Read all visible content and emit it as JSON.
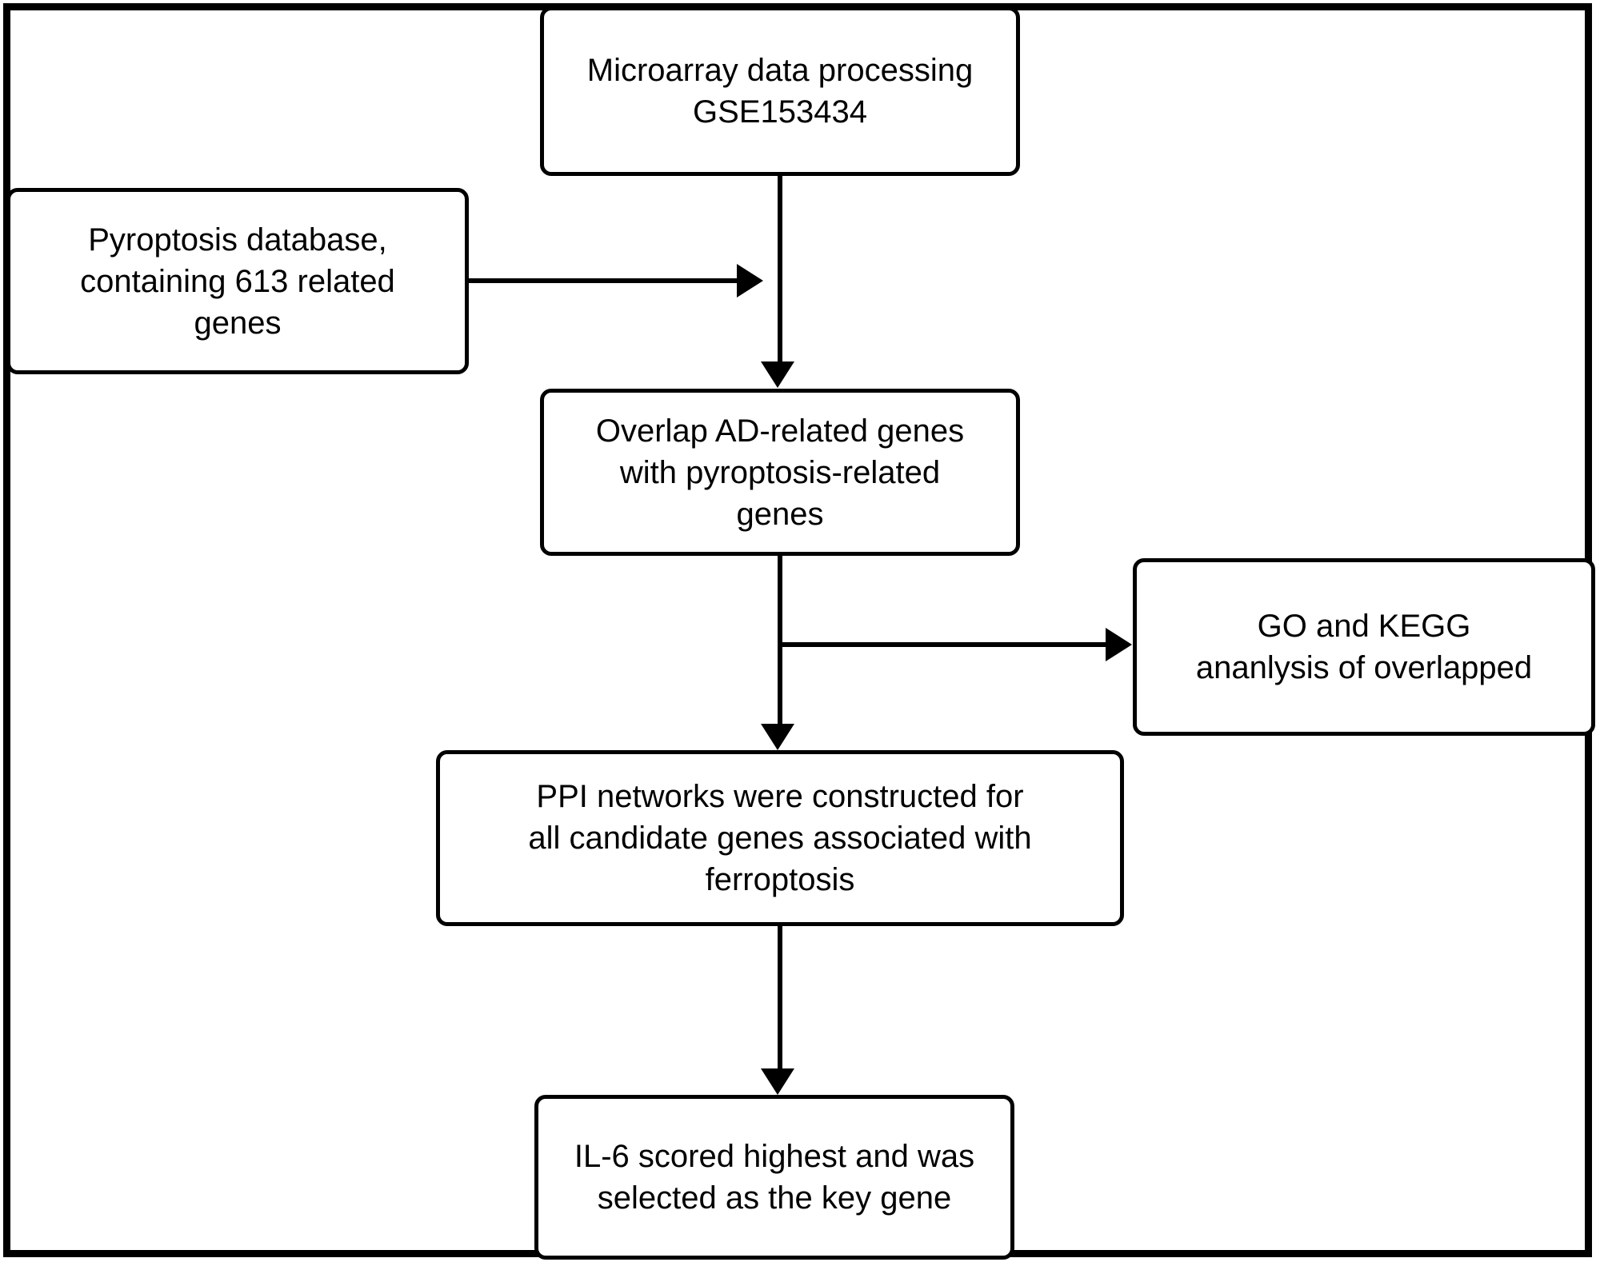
{
  "figure": {
    "type": "flowchart",
    "title": "Bioinformatics analysis workflow flowchart",
    "background_color": "#ffffff",
    "line_color": "#000000",
    "text_color": "#000000"
  },
  "nodes": {
    "microarray": {
      "text": "Microarray data processing\nGSE153434",
      "lines": [
        "Microarray data processing",
        "GSE153434"
      ]
    },
    "pyroptosis": {
      "text": "Pyroptosis database,\ncontaining 613 related\ngenes",
      "lines": [
        "Pyroptosis database,",
        "containing 613 related",
        "genes"
      ]
    },
    "overlap": {
      "text": "Overlap AD-related genes\nwith pyroptosis-related\ngenes",
      "lines": [
        "Overlap AD-related genes",
        "with pyroptosis-related",
        "genes"
      ]
    },
    "gokegg": {
      "text": "GO and KEGG\nananlysis of  overlapped",
      "lines": [
        "GO and KEGG",
        "ananlysis of  overlapped"
      ]
    },
    "ppi": {
      "text": "PPI networks were constructed for\nall candidate genes associated with\nferroptosis",
      "lines": [
        "PPI networks were constructed for",
        "all candidate genes associated with",
        "ferroptosis"
      ]
    },
    "il6": {
      "text": "IL-6 scored highest and was\nselected as the key gene",
      "lines": [
        "IL-6 scored highest and was",
        "selected as the key gene"
      ]
    }
  },
  "edges": [
    {
      "id": "microarray-to-overlap",
      "from": "microarray",
      "to": "overlap",
      "direction": "down",
      "label": ""
    },
    {
      "id": "pyroptosis-to-spine",
      "from": "pyroptosis",
      "to": "overlap",
      "direction": "right",
      "label": ""
    },
    {
      "id": "overlap-to-ppi",
      "from": "overlap",
      "to": "ppi",
      "direction": "down",
      "label": ""
    },
    {
      "id": "spine-to-gokegg",
      "from": "overlap",
      "to": "gokegg",
      "direction": "right",
      "label": ""
    },
    {
      "id": "ppi-to-il6",
      "from": "ppi",
      "to": "il6",
      "direction": "down",
      "label": ""
    }
  ]
}
